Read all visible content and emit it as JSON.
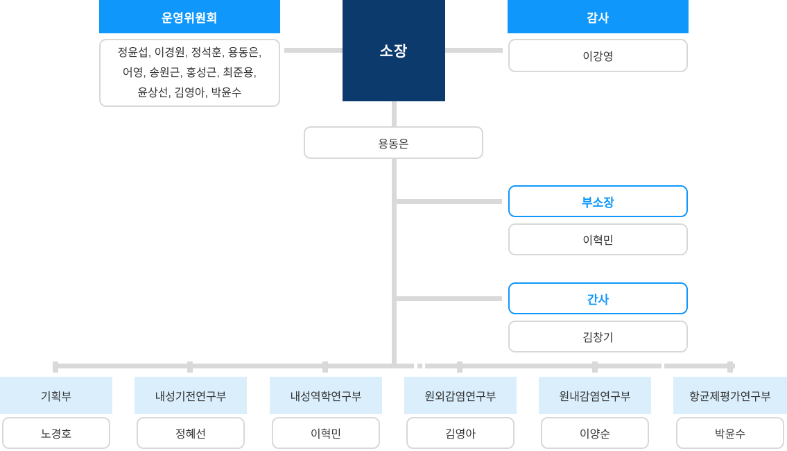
{
  "colors": {
    "header_blue": "#1097fb",
    "director_navy": "#0c3a6d",
    "department_light_blue": "#daeefc",
    "connector_gray": "#d9d9d9",
    "box_border_gray": "#d8d8d8",
    "text_dark": "#333333",
    "text_white": "#ffffff"
  },
  "org": {
    "director": {
      "title": "소장",
      "name": "용동은"
    },
    "steering_committee": {
      "title": "운영위원회",
      "member_lines": [
        "정윤섭, 이경원, 정석훈, 용동은,",
        "어영, 송원근, 홍성근, 최준용,",
        "윤상선, 김영아, 박윤수"
      ]
    },
    "auditor": {
      "title": "감사",
      "name": "이강영"
    },
    "deputy_director": {
      "title": "부소장",
      "name": "이혁민"
    },
    "secretary": {
      "title": "간사",
      "name": "김창기"
    },
    "departments": [
      {
        "title": "기획부",
        "head": "노경호"
      },
      {
        "title": "내성기전연구부",
        "head": "정혜선"
      },
      {
        "title": "내성역학연구부",
        "head": "이혁민"
      },
      {
        "title": "원외감염연구부",
        "head": "김영아"
      },
      {
        "title": "원내감염연구부",
        "head": "이양순"
      },
      {
        "title": "항균제평가연구부",
        "head": "박윤수"
      }
    ]
  }
}
